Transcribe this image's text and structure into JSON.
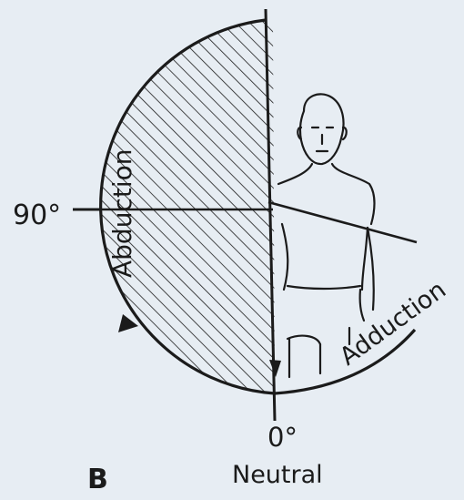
{
  "figure": {
    "panel_letter": "B",
    "label_90": "90°",
    "label_0": "0°",
    "label_neutral": "Neutral",
    "label_abduction": "Abduction",
    "label_adduction": "Adduction"
  },
  "colors": {
    "background": "#e7edf3",
    "ink": "#1b1b1b"
  }
}
